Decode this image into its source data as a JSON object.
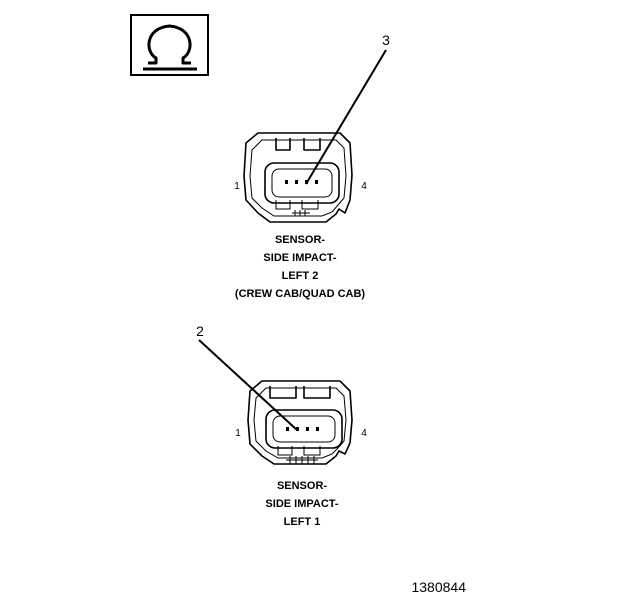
{
  "meter_symbol": "Ω",
  "connectors": [
    {
      "caption": [
        "SENSOR-",
        "SIDE IMPACT-",
        "LEFT 2",
        "(CREW CAB/QUAD CAB)"
      ],
      "pin_left": "1",
      "pin_right": "4",
      "callout": "3"
    },
    {
      "caption": [
        "SENSOR-",
        "SIDE IMPACT-",
        "LEFT 1"
      ],
      "pin_left": "1",
      "pin_right": "4",
      "callout": "2"
    }
  ],
  "figure_number": "1380844"
}
